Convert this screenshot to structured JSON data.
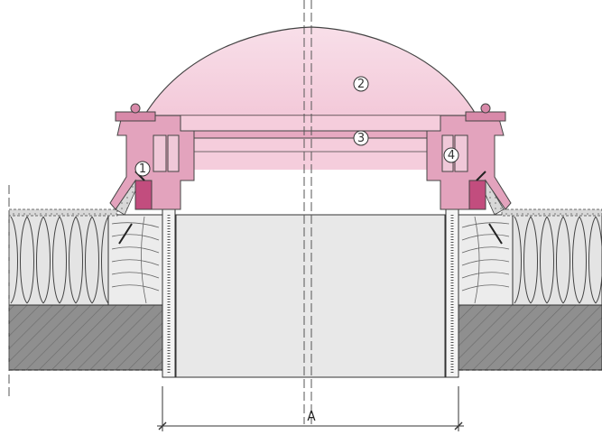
{
  "callouts": [
    "1",
    "2",
    "3",
    "4"
  ],
  "callout_glyphs": [
    "①",
    "②",
    "③",
    "④"
  ],
  "dimension_label": "A",
  "colors": {
    "frame_pink": "#e3a3bd",
    "frame_dark": "#c24d7e",
    "dome_pink": "#f6d6e2",
    "glazing": "#f1bcd0",
    "insulation": "#e4e4e4",
    "timber": "#ececec",
    "concrete": "#8f8f8f",
    "shaft": "#e8e8e8",
    "line": "#333333"
  }
}
